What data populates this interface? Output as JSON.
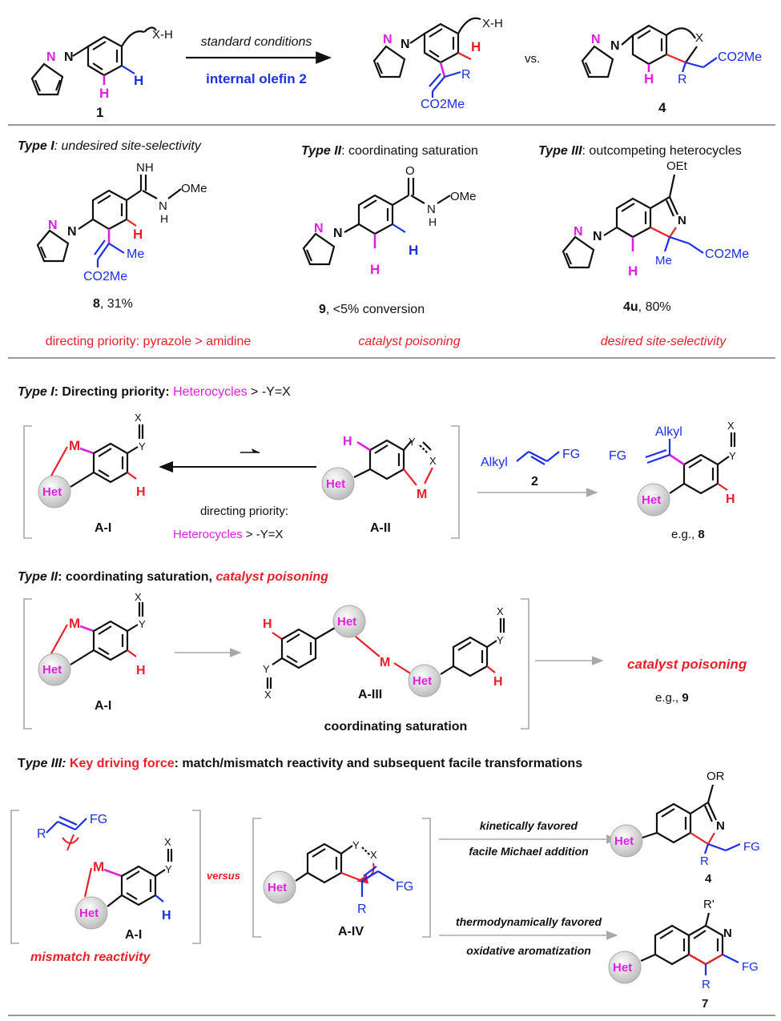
{
  "top": {
    "conditions": "standard conditions",
    "reagent": "internal olefin 2",
    "vs": "vs.",
    "xh": "X-H",
    "h": "H",
    "r": "R",
    "x": "X",
    "co2me": "CO2Me",
    "cmpd1": "1",
    "cmpd4": "4"
  },
  "types_row": {
    "type1_label": "Type I",
    "type1_desc": ": undesired site-selectivity",
    "type2_label": "Type II",
    "type2_desc": ": coordinating saturation",
    "type3_label": "Type III",
    "type3_desc": ": outcompeting heterocycles",
    "nh": "NH",
    "n": "N",
    "h": "H",
    "ome": "OMe",
    "o": "O",
    "me": "Me",
    "oet": "OEt",
    "co2me": "CO2Me",
    "cap8_num": "8",
    "cap8_rest": ", 31%",
    "cap9_num": "9",
    "cap9_rest": ", <5% conversion",
    "cap4u_num": "4u",
    "cap4u_rest": ", 80%",
    "note1": "directing priority: pyrazole > amidine",
    "note2": "catalyst poisoning",
    "note3": "desired site-selectivity"
  },
  "section1": {
    "label": "Type I",
    "colon": ":",
    "title": " Directing priority:",
    "het": "Heterocycles",
    "rest": " > -Y=X",
    "arrow_text1": "directing priority:",
    "arrow_text2_het": "Heterocycles",
    "arrow_text2_rest": " > -Y=X",
    "ai": "A-I",
    "aii": "A-II",
    "alkyl": "Alkyl",
    "fg": "FG",
    "reagent_num": "2",
    "eg": "e.g., ",
    "eg_num": "8",
    "m": "M",
    "het_ball": "Het",
    "h": "H",
    "x": "X",
    "y": "Y"
  },
  "section2": {
    "label": "Type II",
    "title": ": coordinating saturation, ",
    "red": "catalyst poisoning",
    "ai": "A-I",
    "aiii": "A-III",
    "sat": "coordinating saturation",
    "result": "catalyst poisoning",
    "eg": "e.g., ",
    "eg_num": "9"
  },
  "section3": {
    "label_t": "T",
    "label_rest": "ype III:",
    "key": " Key driving force",
    "rest": ": match/mismatch reactivity and subsequent facile transformations",
    "r": "R",
    "fg": "FG",
    "versus": "versus",
    "ai": "A-I",
    "aiv": "A-IV",
    "mismatch": "mismatch reactivity",
    "kin": "kinetically favored",
    "michael": "facile Michael addition",
    "thermo": "thermodynamically favored",
    "ox": "oxidative aromatization",
    "or": "OR",
    "rp": "R'",
    "n": "N",
    "p4": "4",
    "p7": "7"
  },
  "colors": {
    "red": "#e8202a",
    "magenta": "#e020e0",
    "blue": "#1a2fe6",
    "gray_ball": "#cfcfcf"
  }
}
